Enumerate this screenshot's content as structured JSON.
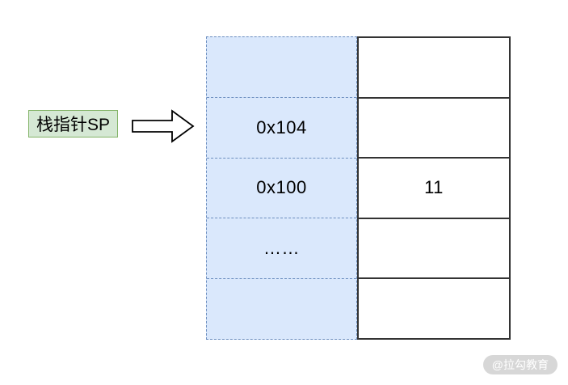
{
  "pointer": {
    "label": "栈指针SP"
  },
  "icons": {
    "arrow": "right-block-arrow"
  },
  "memory_table": {
    "address_cells": [
      "",
      "0x104",
      "0x100",
      "……",
      ""
    ],
    "value_cells": [
      "",
      "",
      "11",
      "",
      ""
    ]
  },
  "watermark": {
    "text": "@拉勾教育"
  },
  "colors": {
    "address_column_fill": "#dae8fc",
    "address_column_border": "#6c8ebf",
    "label_fill": "#d5e8d4",
    "label_border": "#82b366",
    "value_column_border": "#333333",
    "text": "#000000",
    "watermark_bg": "#d7d7d7",
    "watermark_text": "#ffffff"
  }
}
